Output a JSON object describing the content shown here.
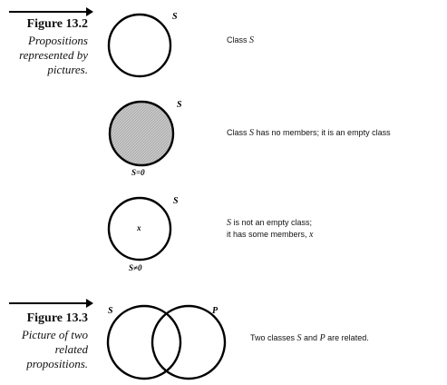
{
  "figure_13_2": {
    "title": "Figure 13.2",
    "caption_lines": [
      "Propositions",
      "represented by",
      "pictures."
    ],
    "diagrams": [
      {
        "circle_label": "S",
        "below_label": "",
        "inner_mark": "",
        "shaded": false,
        "description_lines": [
          {
            "pre": "Class ",
            "var": "S",
            "post": ""
          }
        ]
      },
      {
        "circle_label": "S",
        "below_label": "S=0",
        "inner_mark": "",
        "shaded": true,
        "description_lines": [
          {
            "pre": "Class ",
            "var": "S",
            "post": " has no members; it is an empty class"
          }
        ]
      },
      {
        "circle_label": "S",
        "below_label": "S≠0",
        "inner_mark": "x",
        "shaded": false,
        "description_lines": [
          {
            "pre": "",
            "var": "S",
            "post": " is not an empty class;"
          },
          {
            "pre": "it has some members, ",
            "var": "x",
            "post": ""
          }
        ]
      }
    ]
  },
  "figure_13_3": {
    "title": "Figure 13.3",
    "caption_lines": [
      "Picture of two",
      "related",
      "propositions."
    ],
    "left_label": "S",
    "right_label": "P",
    "description": {
      "pre": "Two classes ",
      "var1": "S",
      "mid": " and ",
      "var2": "P",
      "post": " are related."
    }
  },
  "colors": {
    "stroke": "#000000",
    "shade": "#c8c8c8",
    "text": "#111111"
  }
}
